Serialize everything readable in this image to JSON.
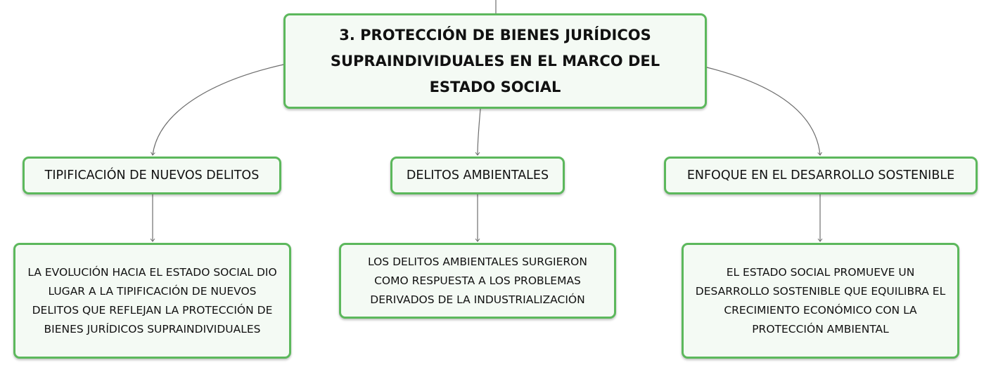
{
  "root": {
    "title": "3. PROTECCIÓN DE BIENES JURÍDICOS SUPRAINDIVIDUALES EN EL MARCO DEL ESTADO SOCIAL"
  },
  "branches": [
    {
      "label": "TIPIFICACIÓN DE NUEVOS DELITOS",
      "detail": "LA EVOLUCIÓN HACIA EL ESTADO SOCIAL DIO LUGAR A LA TIPIFICACIÓN DE NUEVOS DELITOS QUE REFLEJAN LA PROTECCIÓN DE BIENES JURÍDICOS SUPRAINDIVIDUALES"
    },
    {
      "label": "DELITOS AMBIENTALES",
      "detail": "LOS DELITOS AMBIENTALES SURGIERON COMO RESPUESTA A LOS PROBLEMAS DERIVADOS DE LA INDUSTRIALIZACIÓN"
    },
    {
      "label": "ENFOQUE EN EL DESARROLLO SOSTENIBLE",
      "detail": "EL ESTADO SOCIAL PROMUEVE UN DESARROLLO SOSTENIBLE QUE EQUILIBRA EL CRECIMIENTO ECONÓMICO CON LA PROTECCIÓN AMBIENTAL"
    }
  ],
  "colors": {
    "node_border": "#5cb85c",
    "node_fill": "#f4faf4",
    "connector": "#6e6e6e",
    "text": "#111111"
  }
}
